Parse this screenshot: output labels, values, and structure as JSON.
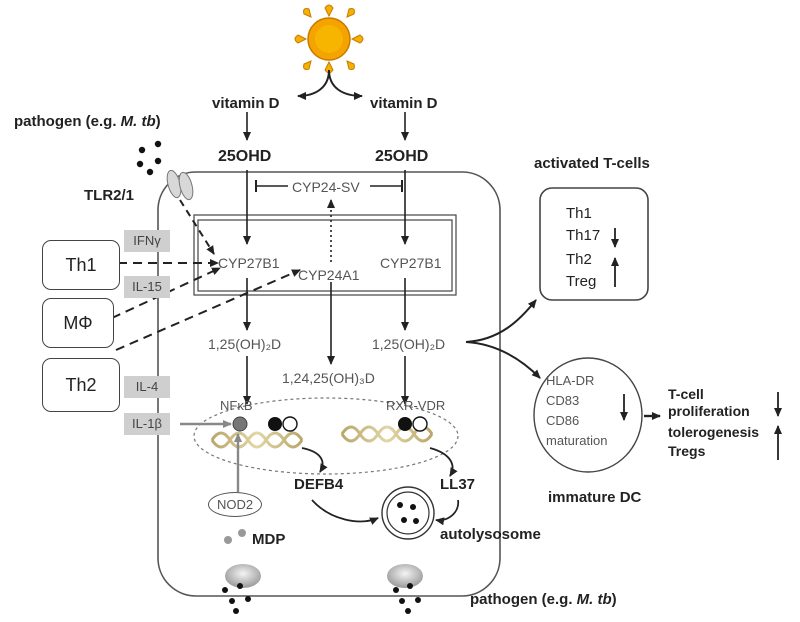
{
  "pathogen_top": {
    "prefix": "pathogen (e.g. ",
    "italic": "M. tb",
    "suffix": ")"
  },
  "pathogen_bottom": {
    "prefix": "pathogen (e.g. ",
    "italic": "M. tb",
    "suffix": ")"
  },
  "vitamin_d": [
    "vitamin D",
    "vitamin D"
  ],
  "hydroxy": [
    "25OHD",
    "25OHD"
  ],
  "receptor": "TLR2/1",
  "cyp24sv": "CYP24-SV",
  "cyp27b1": [
    "CYP27B1",
    "CYP27B1"
  ],
  "cyp24a1": "CYP24A1",
  "cells_left": [
    "Th1",
    "MΦ",
    "Th2"
  ],
  "cytokines": [
    "IFNγ",
    "IL-15",
    "IL-4",
    "IL-1β"
  ],
  "calcitriol": [
    "1,25(OH)₂D",
    "1,25(OH)₂D"
  ],
  "calcitroic": "1,24,25(OH)₃D",
  "nfkb": "NFκB",
  "rxr_vdr": "RXR-VDR",
  "nod2": "NOD2",
  "defb4": "DEFB4",
  "ll37": "LL37",
  "autolysosome": "autolysosome",
  "mdp": "MDP",
  "activated_title": "activated T-cells",
  "tcell_subsets": [
    {
      "label": "Th1"
    },
    {
      "label": "Th17"
    },
    {
      "label": "Th2"
    },
    {
      "label": "Treg"
    }
  ],
  "dc_markers": [
    "HLA-DR",
    "CD83",
    "CD86",
    "maturation"
  ],
  "dc_title": "immature DC",
  "dc_effects": [
    {
      "label": "T-cell proliferation",
      "direction": "down"
    },
    {
      "label": "tolerogenesis",
      "direction": "up"
    },
    {
      "label": "Tregs",
      "direction": "up"
    }
  ],
  "colors": {
    "sun": "#f5a300",
    "line": "#222222",
    "cytokine_box": "#cfcfcf"
  }
}
